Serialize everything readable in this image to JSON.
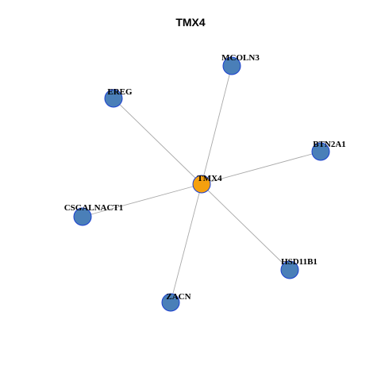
{
  "title": "TMX4",
  "colors": {
    "hub": "#f5a00f",
    "node": "#4a7fb8",
    "node_border": "#1a3fd0",
    "edge": "#a9a9a9"
  },
  "graph": {
    "hub": "TMX4",
    "nodes": [
      {
        "id": "TMX4",
        "label": "TMX4",
        "role": "hub"
      },
      {
        "id": "MCOLN3",
        "label": "MCOLN3",
        "role": "neighbor"
      },
      {
        "id": "EREG",
        "label": "EREG",
        "role": "neighbor"
      },
      {
        "id": "BTN2A1",
        "label": "BTN2A1",
        "role": "neighbor"
      },
      {
        "id": "CSGALNACT1",
        "label": "CSGALNACT1",
        "role": "neighbor"
      },
      {
        "id": "HSD11B1",
        "label": "HSD11B1",
        "role": "neighbor"
      },
      {
        "id": "ZACN",
        "label": "ZACN",
        "role": "neighbor"
      }
    ],
    "edges": [
      {
        "source": "TMX4",
        "target": "MCOLN3"
      },
      {
        "source": "TMX4",
        "target": "EREG"
      },
      {
        "source": "TMX4",
        "target": "BTN2A1"
      },
      {
        "source": "TMX4",
        "target": "CSGALNACT1"
      },
      {
        "source": "TMX4",
        "target": "HSD11B1"
      },
      {
        "source": "TMX4",
        "target": "ZACN"
      }
    ]
  }
}
